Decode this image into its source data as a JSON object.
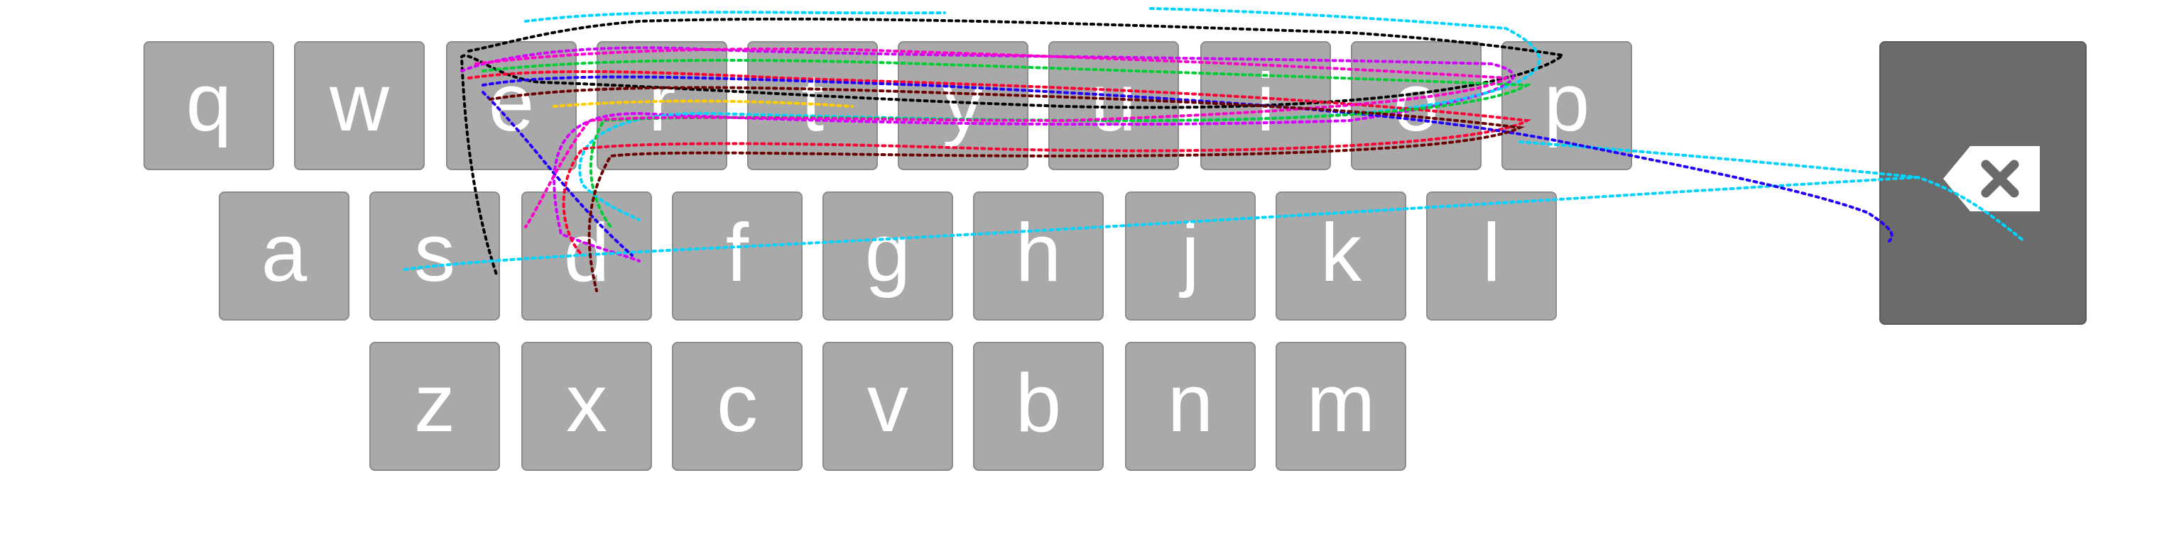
{
  "keyboard": {
    "rows": [
      [
        "q",
        "w",
        "e",
        "r",
        "t",
        "y",
        "u",
        "i",
        "o",
        "p"
      ],
      [
        "a",
        "s",
        "d",
        "f",
        "g",
        "h",
        "j",
        "k",
        "l"
      ],
      [
        "z",
        "x",
        "c",
        "v",
        "b",
        "n",
        "m"
      ]
    ],
    "backspace": {
      "icon": "backspace-icon"
    }
  },
  "colors": {
    "key_fill": "#a9a9aa",
    "key_text": "#ffffff",
    "backspace_fill": "#6b6b6b",
    "trace_colors": [
      "#000000",
      "#d400ff",
      "#00d4ff",
      "#ff0033",
      "#2200ff",
      "#00cc33",
      "#ff00cc",
      "#6b0000",
      "#ffcc00"
    ]
  }
}
